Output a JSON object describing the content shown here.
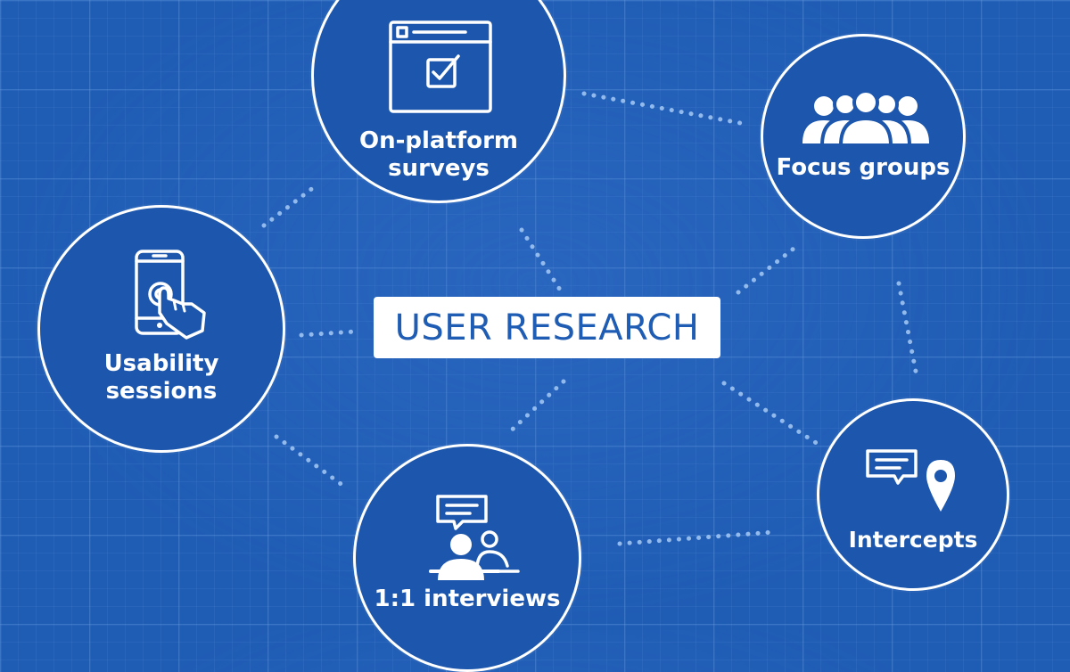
{
  "center": {
    "title": "USER RESEARCH"
  },
  "nodes": [
    {
      "id": "on-platform-surveys",
      "label_lines": [
        "On-platform",
        "surveys"
      ],
      "icon": "browser-checkbox-icon"
    },
    {
      "id": "focus-groups",
      "label_lines": [
        "Focus groups"
      ],
      "icon": "group-of-people-icon"
    },
    {
      "id": "usability-sessions",
      "label_lines": [
        "Usability",
        "sessions"
      ],
      "icon": "phone-tap-icon"
    },
    {
      "id": "intercepts",
      "label_lines": [
        "Intercepts"
      ],
      "icon": "chat-location-icon"
    },
    {
      "id": "one-on-one-interviews",
      "label_lines": [
        "1:1 interviews"
      ],
      "icon": "interview-icon"
    }
  ],
  "colors": {
    "background": "#1f5cb4",
    "node_fill": "#1c56ad",
    "stroke": "#ffffff",
    "dots": "#9ec4f2",
    "center_text": "#1f5cb4"
  }
}
